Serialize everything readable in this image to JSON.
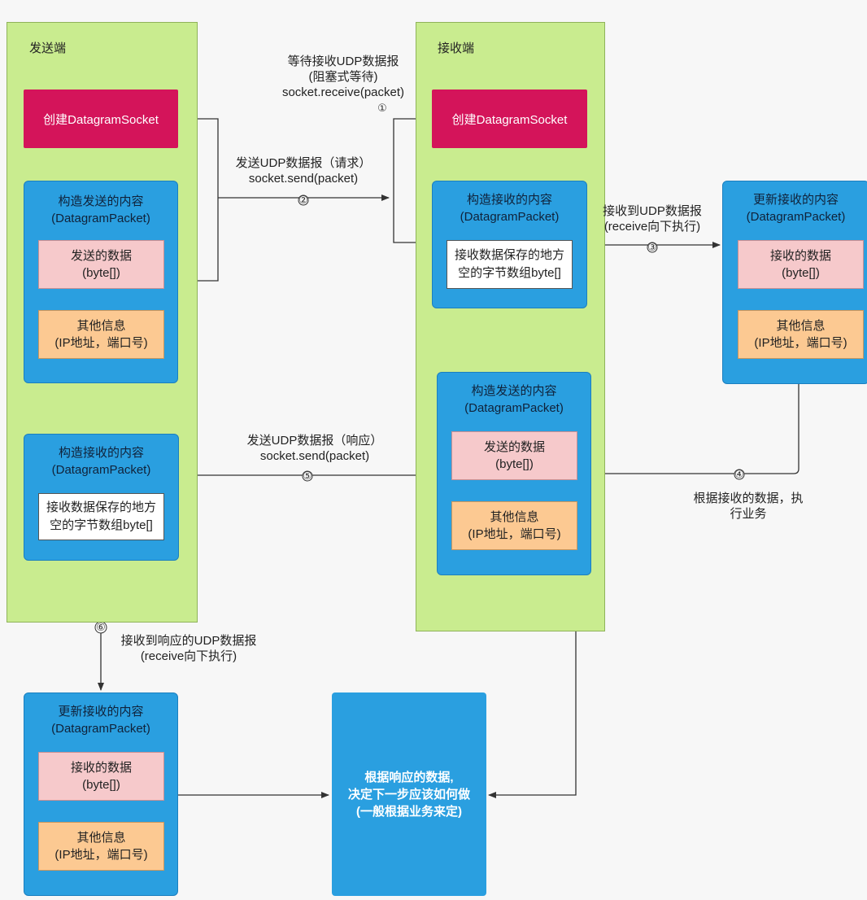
{
  "sender": {
    "title": "发送端",
    "create_socket": "创建DatagramSocket",
    "send_packet": {
      "title1": "构造发送的内容",
      "title2": "(DatagramPacket)",
      "data1": "发送的数据",
      "data2": "(byte[])",
      "info1": "其他信息",
      "info2": "(IP地址，端口号)"
    },
    "recv_packet": {
      "title1": "构造接收的内容",
      "title2": "(DatagramPacket)",
      "buffer1": "接收数据保存的地方",
      "buffer2": "空的字节数组byte[]"
    }
  },
  "receiver": {
    "title": "接收端",
    "create_socket": "创建DatagramSocket",
    "recv_packet": {
      "title1": "构造接收的内容",
      "title2": "(DatagramPacket)",
      "buffer1": "接收数据保存的地方",
      "buffer2": "空的字节数组byte[]"
    },
    "send_packet": {
      "title1": "构造发送的内容",
      "title2": "(DatagramPacket)",
      "data1": "发送的数据",
      "data2": "(byte[])",
      "info1": "其他信息",
      "info2": "(IP地址，端口号)"
    }
  },
  "receiver_update": {
    "title1": "更新接收的内容",
    "title2": "(DatagramPacket)",
    "data1": "接收的数据",
    "data2": "(byte[])",
    "info1": "其他信息",
    "info2": "(IP地址，端口号)"
  },
  "sender_update": {
    "title1": "更新接收的内容",
    "title2": "(DatagramPacket)",
    "data1": "接收的数据",
    "data2": "(byte[])",
    "info1": "其他信息",
    "info2": "(IP地址，端口号)"
  },
  "final_box": {
    "line1": "根据响应的数据,",
    "line2": "决定下一步应该如何做",
    "line3": "(一般根据业务来定)"
  },
  "labels": {
    "step1": {
      "line1": "等待接收UDP数据报",
      "line2": "(阻塞式等待)",
      "line3": "socket.receive(packet)",
      "num": "①"
    },
    "step2": {
      "line1": "发送UDP数据报（请求）",
      "line2": "socket.send(packet)",
      "num": "②"
    },
    "step3": {
      "line1": "接收到UDP数据报",
      "line2": "(receive向下执行)",
      "num": "③"
    },
    "step4": {
      "line1": "根据接收的数据，执",
      "line2": "行业务",
      "num": "④"
    },
    "step5": {
      "line1": "发送UDP数据报（响应）",
      "line2": "socket.send(packet)",
      "num": "⑤"
    },
    "step6": {
      "line1": "接收到响应的UDP数据报",
      "line2": "(receive向下执行)",
      "num": "⑥"
    }
  },
  "colors": {
    "lane": "#c9ec8f",
    "socket": "#d4145a",
    "packet": "#2a9fe0",
    "data": "#f6c9cb",
    "info": "#fcc992"
  }
}
